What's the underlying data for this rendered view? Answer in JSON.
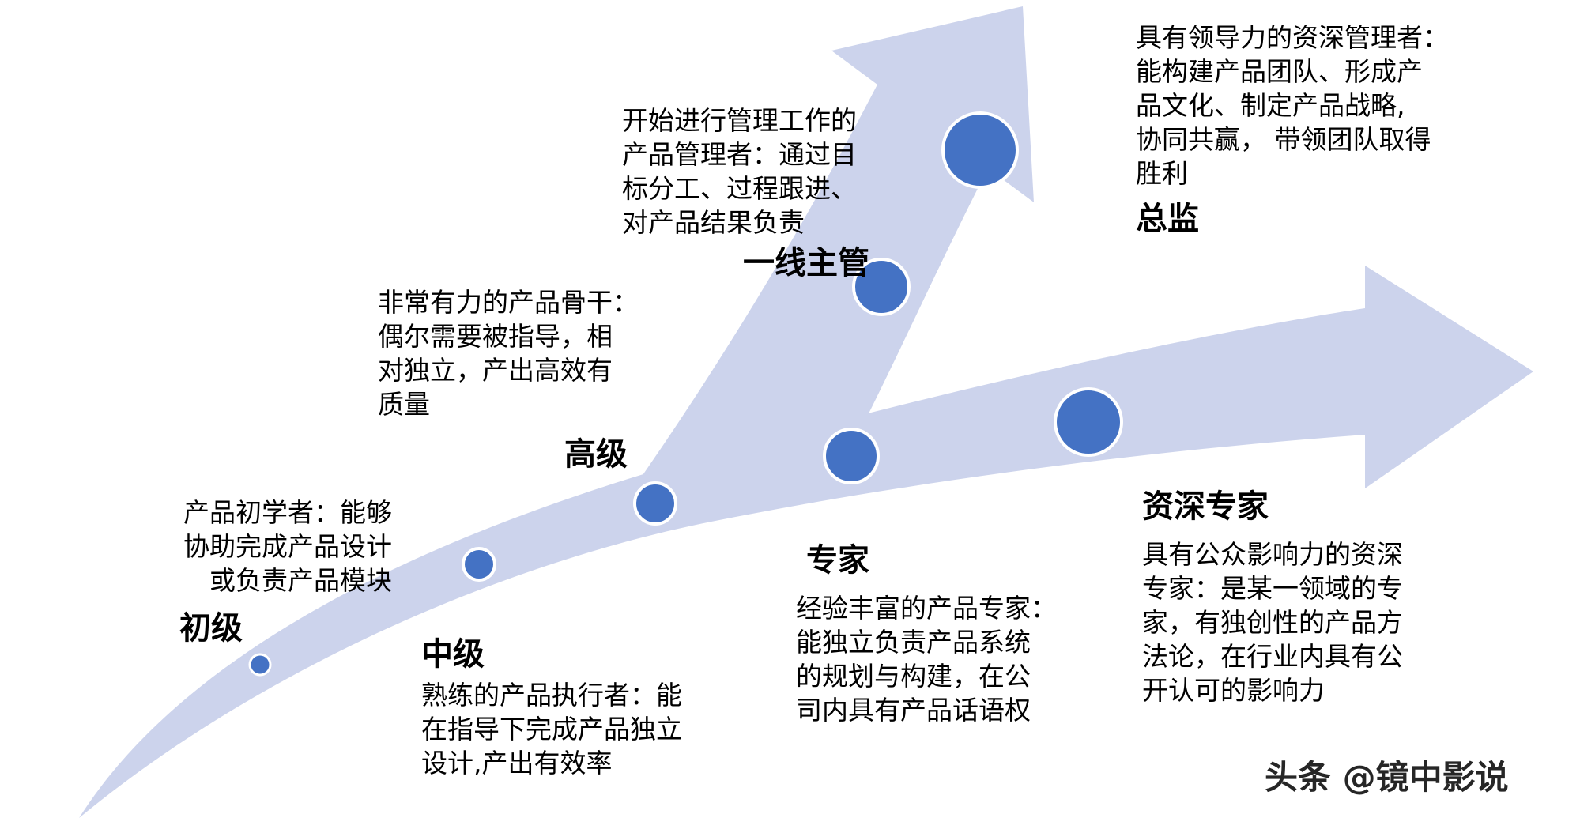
{
  "diagram": {
    "kind": "career-path-arrows",
    "tracks": [
      "management",
      "expert"
    ]
  },
  "colors": {
    "band": "#ccd3ec",
    "node": "#4472c4",
    "node_stroke": "#ffffff",
    "text": "#000000",
    "watermark": "#262626"
  },
  "stages": [
    {
      "id": "junior",
      "label": "初级",
      "desc": "产品初学者：能够\n协助完成产品设计\n或负责产品模块"
    },
    {
      "id": "intermediate",
      "label": "中级",
      "desc": "熟练的产品执行者：能\n在指导下完成产品独立\n设计,产出有效率"
    },
    {
      "id": "senior",
      "label": "高级",
      "desc": "非常有力的产品骨干：\n偶尔需要被指导，相\n对独立，产出高效有\n质量"
    },
    {
      "id": "line-manager",
      "label": "一线主管",
      "desc": "开始进行管理工作的\n产品管理者：通过目\n标分工、过程跟进、\n对产品结果负责"
    },
    {
      "id": "director",
      "label": "总监",
      "desc": "具有领导力的资深管理者：\n能构建产品团队、形成产\n品文化、制定产品战略,\n协同共赢， 带领团队取得\n胜利"
    },
    {
      "id": "expert",
      "label": "专家",
      "desc": "经验丰富的产品专家：\n能独立负责产品系统\n的规划与构建，在公\n司内具有产品话语权"
    },
    {
      "id": "senior-expert",
      "label": "资深专家",
      "desc": "具有公众影响力的资深\n专家：是某一领域的专\n家，有独创性的产品方\n法论，在行业内具有公\n开认可的影响力"
    }
  ],
  "watermark": "头条 @镜中影说"
}
